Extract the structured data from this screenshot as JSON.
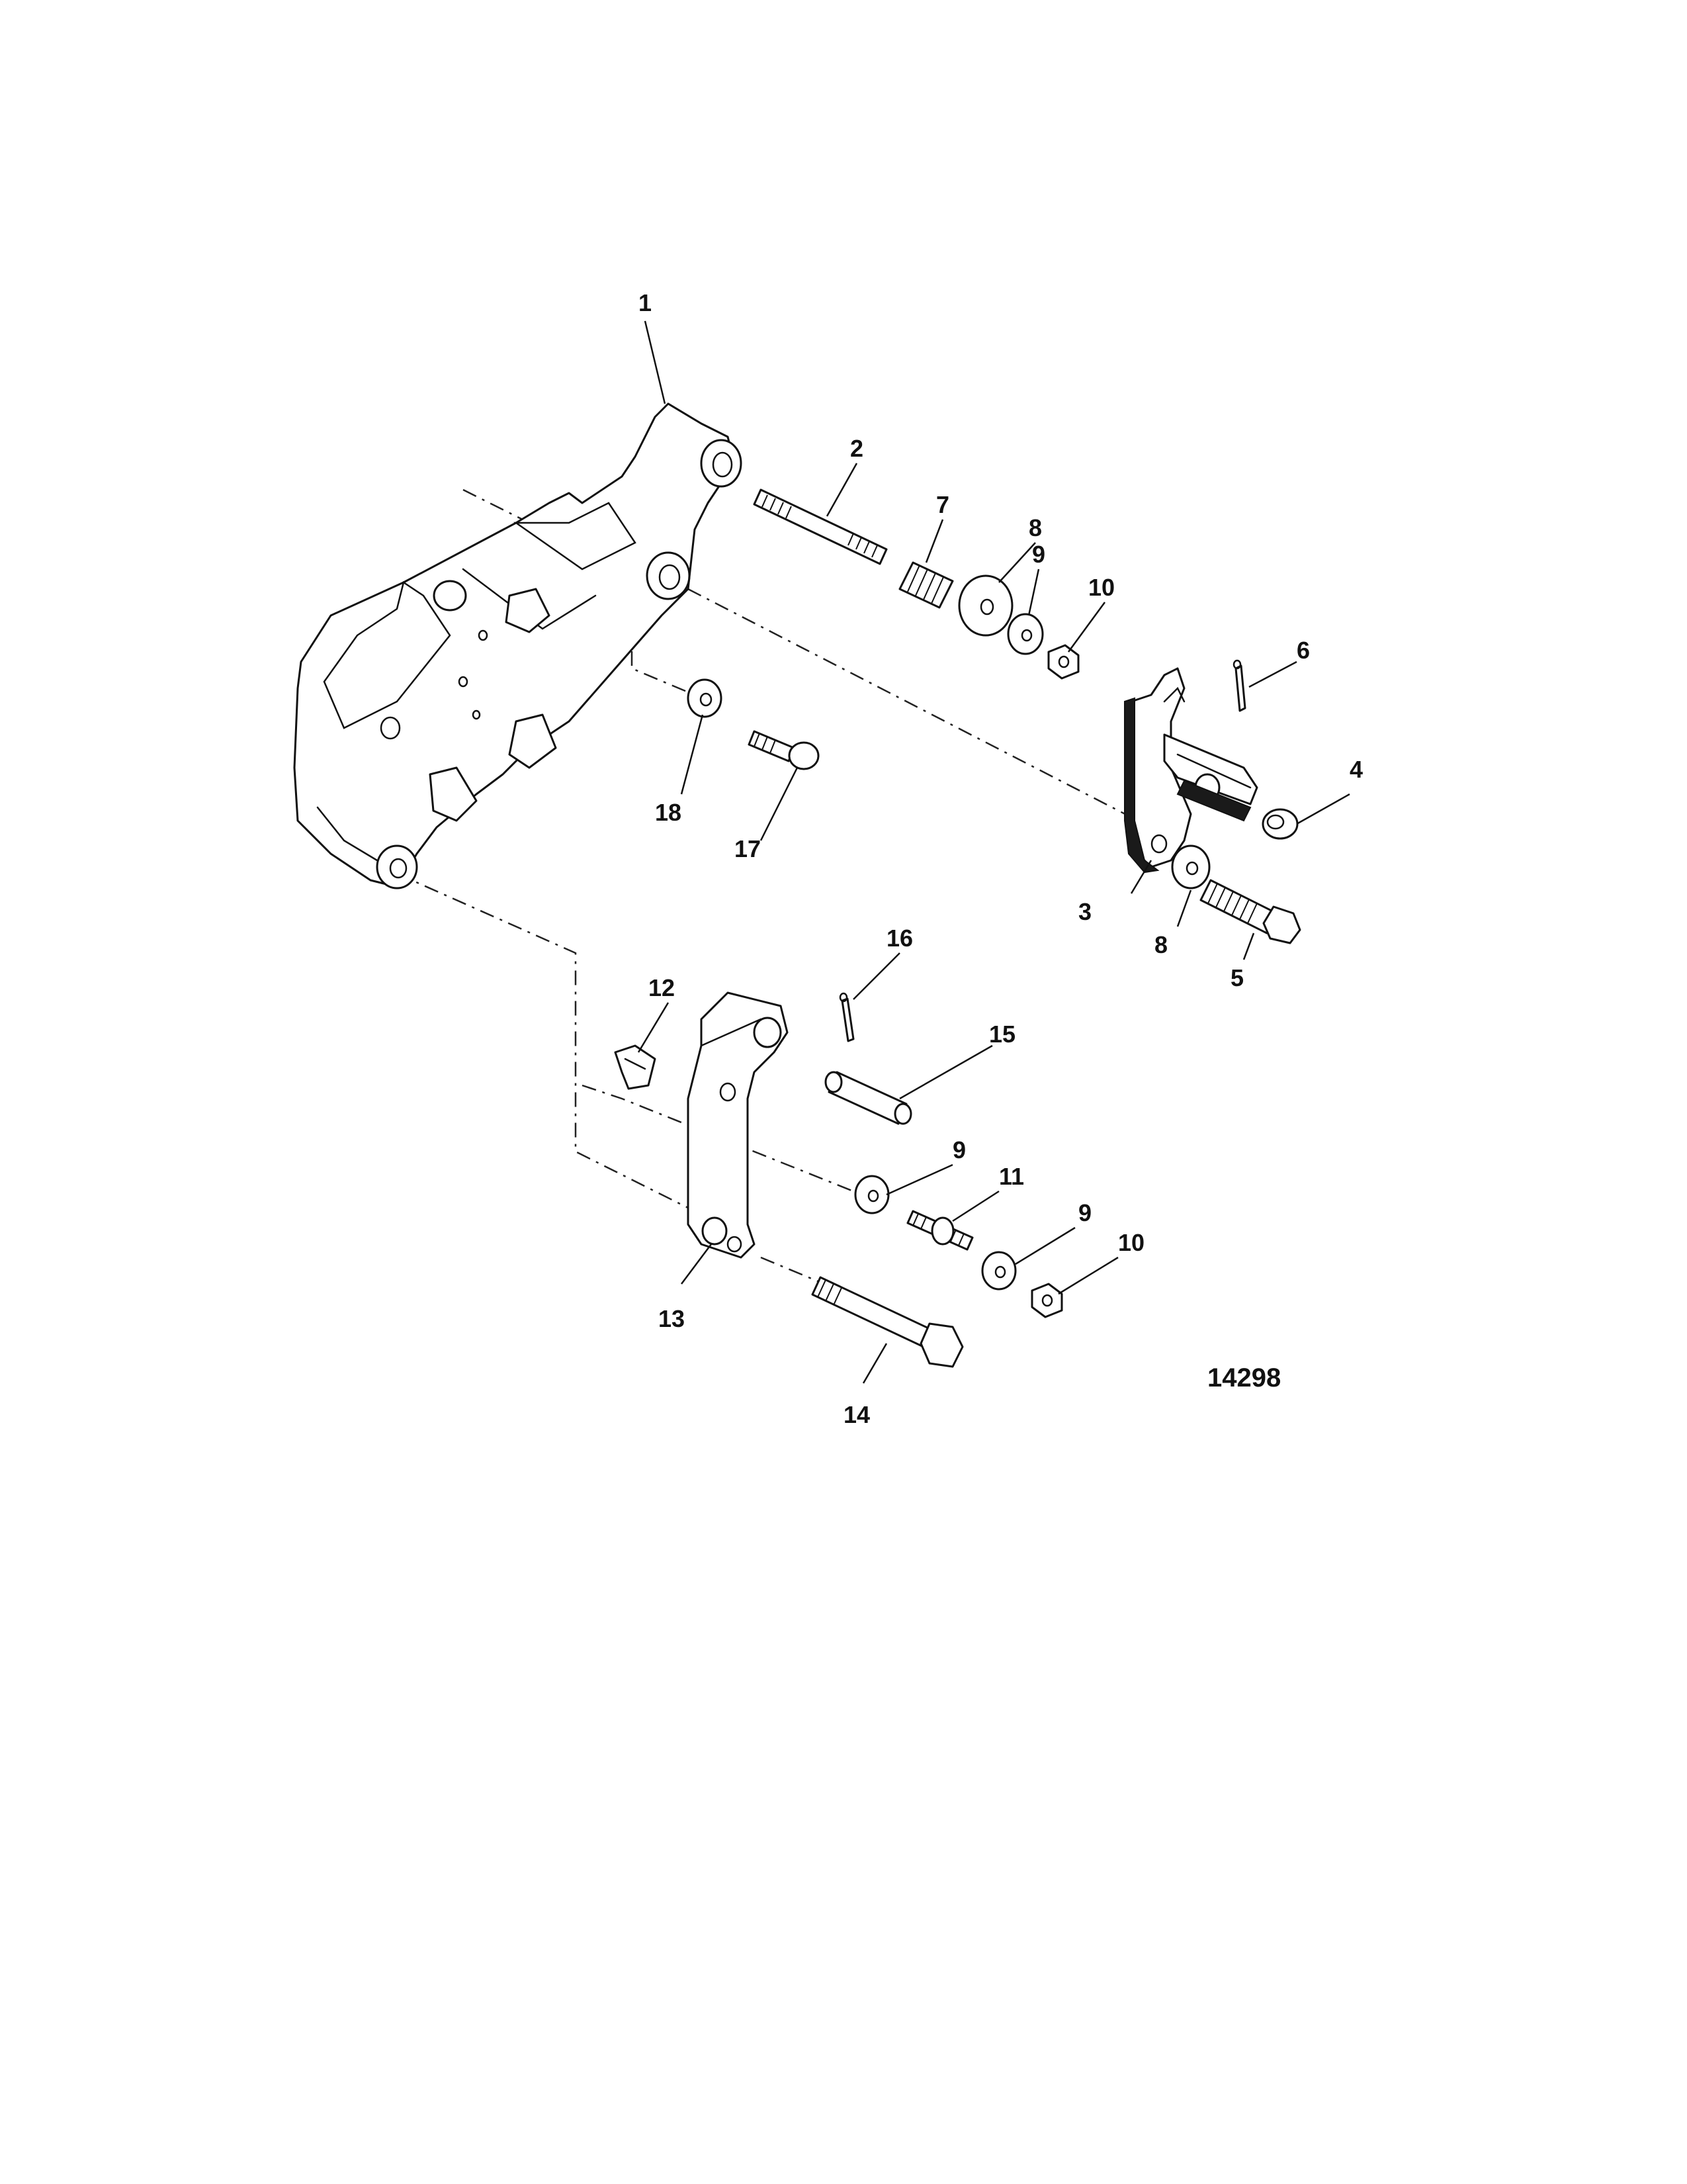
{
  "callouts": {
    "c1": "1",
    "c2": "2",
    "c3": "3",
    "c4": "4",
    "c5": "5",
    "c6": "6",
    "c7": "7",
    "c8a": "8",
    "c8b": "8",
    "c9a": "9",
    "c9b": "9",
    "c9c": "9",
    "c10a": "10",
    "c10b": "10",
    "c11": "11",
    "c12": "12",
    "c13": "13",
    "c14": "14",
    "c15": "15",
    "c16": "16",
    "c17": "17",
    "c18": "18"
  },
  "figure_number": "14298"
}
